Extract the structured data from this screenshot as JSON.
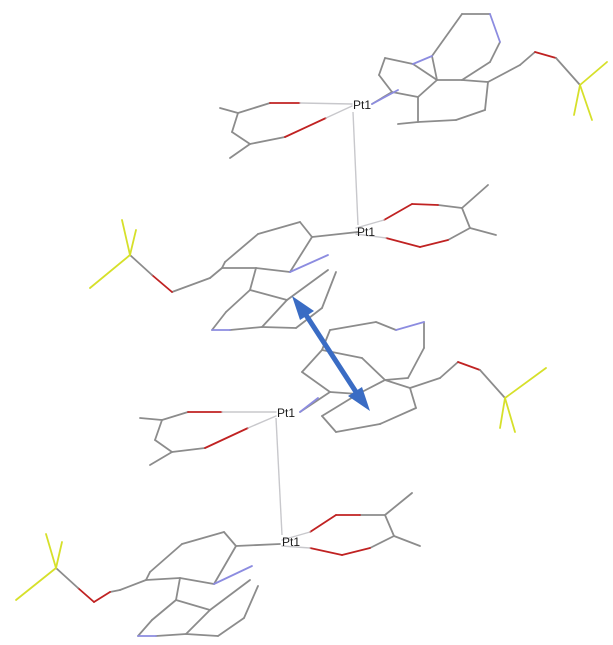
{
  "labels": {
    "pt_a": "Pt1",
    "pt_b": "Pt1",
    "pt_c": "Pt1",
    "pt_d": "Pt1"
  },
  "colors": {
    "background": "#ffffff",
    "carbon": "#8c8c8c",
    "oxygen": "#c02222",
    "nitrogen": "#8c8ce0",
    "fluorine": "#d6e02a",
    "pt_pt_contact": "#c8c8cc",
    "arrow": "#3a6cc4",
    "label": "#1a1a1a"
  },
  "icons": {
    "pi_stack_arrow": "double-headed-arrow-icon"
  }
}
